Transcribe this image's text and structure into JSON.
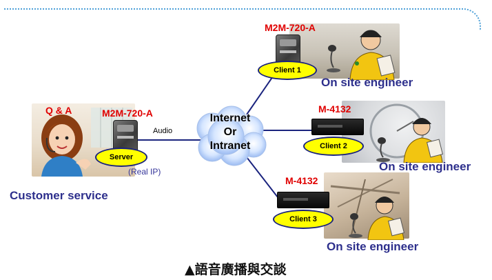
{
  "server": {
    "qa_label": "Q & A",
    "model": "M2M-720-A",
    "oval_label": "Server",
    "real_ip": "(Real IP)",
    "audio_label": "Audio",
    "caption": "Customer service"
  },
  "cloud": {
    "line1": "Internet",
    "line2": "Or",
    "line3": "Intranet"
  },
  "clients": [
    {
      "model": "M2M-720-A",
      "oval_label": "Client 1",
      "caption": "On site engineer"
    },
    {
      "model": "M-4132",
      "oval_label": "Client 2",
      "caption": "On site engineer"
    },
    {
      "model": "M-4132",
      "oval_label": "Client 3",
      "caption": "On site engineer"
    }
  ],
  "figure_caption": "▲語音廣播與交談",
  "colors": {
    "accent_line": "#1a237e",
    "oval_fill": "#ffff00",
    "model_text": "#e00000",
    "caption_text": "#2d2f8c",
    "border_dots": "#4ea0d8"
  }
}
